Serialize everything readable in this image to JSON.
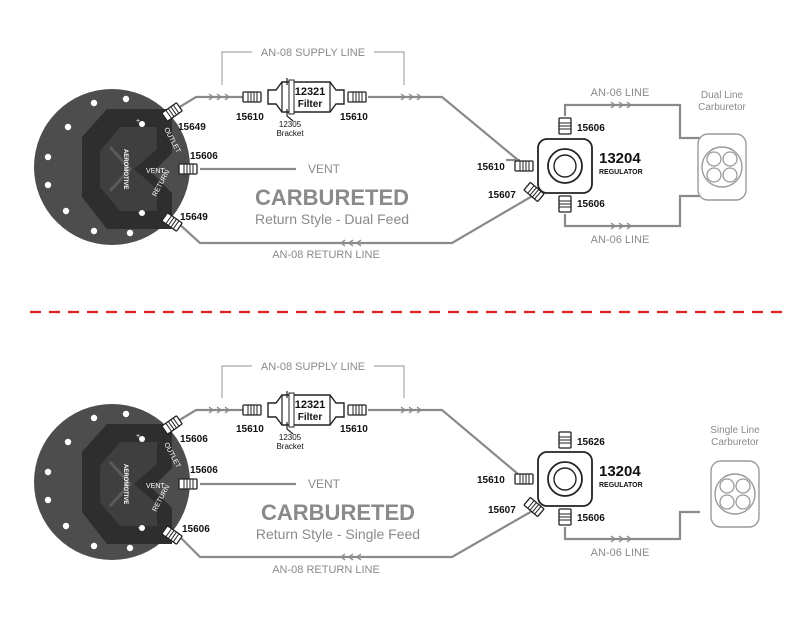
{
  "diagram_top": {
    "supply_line": "AN-08 SUPPLY LINE",
    "return_line": "AN-08 RETURN LINE",
    "filter_num": "12321",
    "filter_word": "Filter",
    "bracket_num": "12305",
    "bracket_word": "Bracket",
    "fit_outlet": "15649",
    "fit_vent": "15606",
    "fit_return": "15649",
    "fit_filter_in": "15610",
    "fit_filter_out": "15610",
    "fit_reg_in": "15610",
    "fit_reg_return": "15607",
    "fit_reg_top": "15606",
    "fit_reg_bottom": "15606",
    "vent": "VENT",
    "title": "CARBURETED",
    "subtitle": "Return Style - Dual Feed",
    "reg_num": "13204",
    "reg_word": "REGULATOR",
    "an06_top": "AN-06 LINE",
    "an06_bottom": "AN-06 LINE",
    "carb_line1": "Dual Line",
    "carb_line2": "Carburetor",
    "pump_outlet": "OUTLET",
    "pump_vent": "VENT",
    "pump_return": "RETURN",
    "pump_plus": "+",
    "pump_minus": "-",
    "pump_brand": "AEROMOTIVE"
  },
  "diagram_bottom": {
    "supply_line": "AN-08 SUPPLY LINE",
    "return_line": "AN-08 RETURN LINE",
    "filter_num": "12321",
    "filter_word": "Filter",
    "bracket_num": "12305",
    "bracket_word": "Bracket",
    "fit_outlet": "15606",
    "fit_vent": "15606",
    "fit_return": "15606",
    "fit_filter_in": "15610",
    "fit_filter_out": "15610",
    "fit_reg_in": "15610",
    "fit_reg_return": "15607",
    "fit_reg_top": "15626",
    "fit_reg_bottom": "15606",
    "vent": "VENT",
    "title": "CARBURETED",
    "subtitle": "Return Style - Single Feed",
    "reg_num": "13204",
    "reg_word": "REGULATOR",
    "an06_bottom": "AN-06 LINE",
    "carb_line1": "Single Line",
    "carb_line2": "Carburetor",
    "pump_outlet": "OUTLET",
    "pump_vent": "VENT",
    "pump_return": "RETURN",
    "pump_plus": "+",
    "pump_minus": "-",
    "pump_brand": "AEROMOTIVE"
  },
  "colors": {
    "pump_body": "#4d4d4d",
    "pump_inner": "#2e2e2e",
    "line": "#8a8a8a",
    "divider": "#e02020"
  }
}
